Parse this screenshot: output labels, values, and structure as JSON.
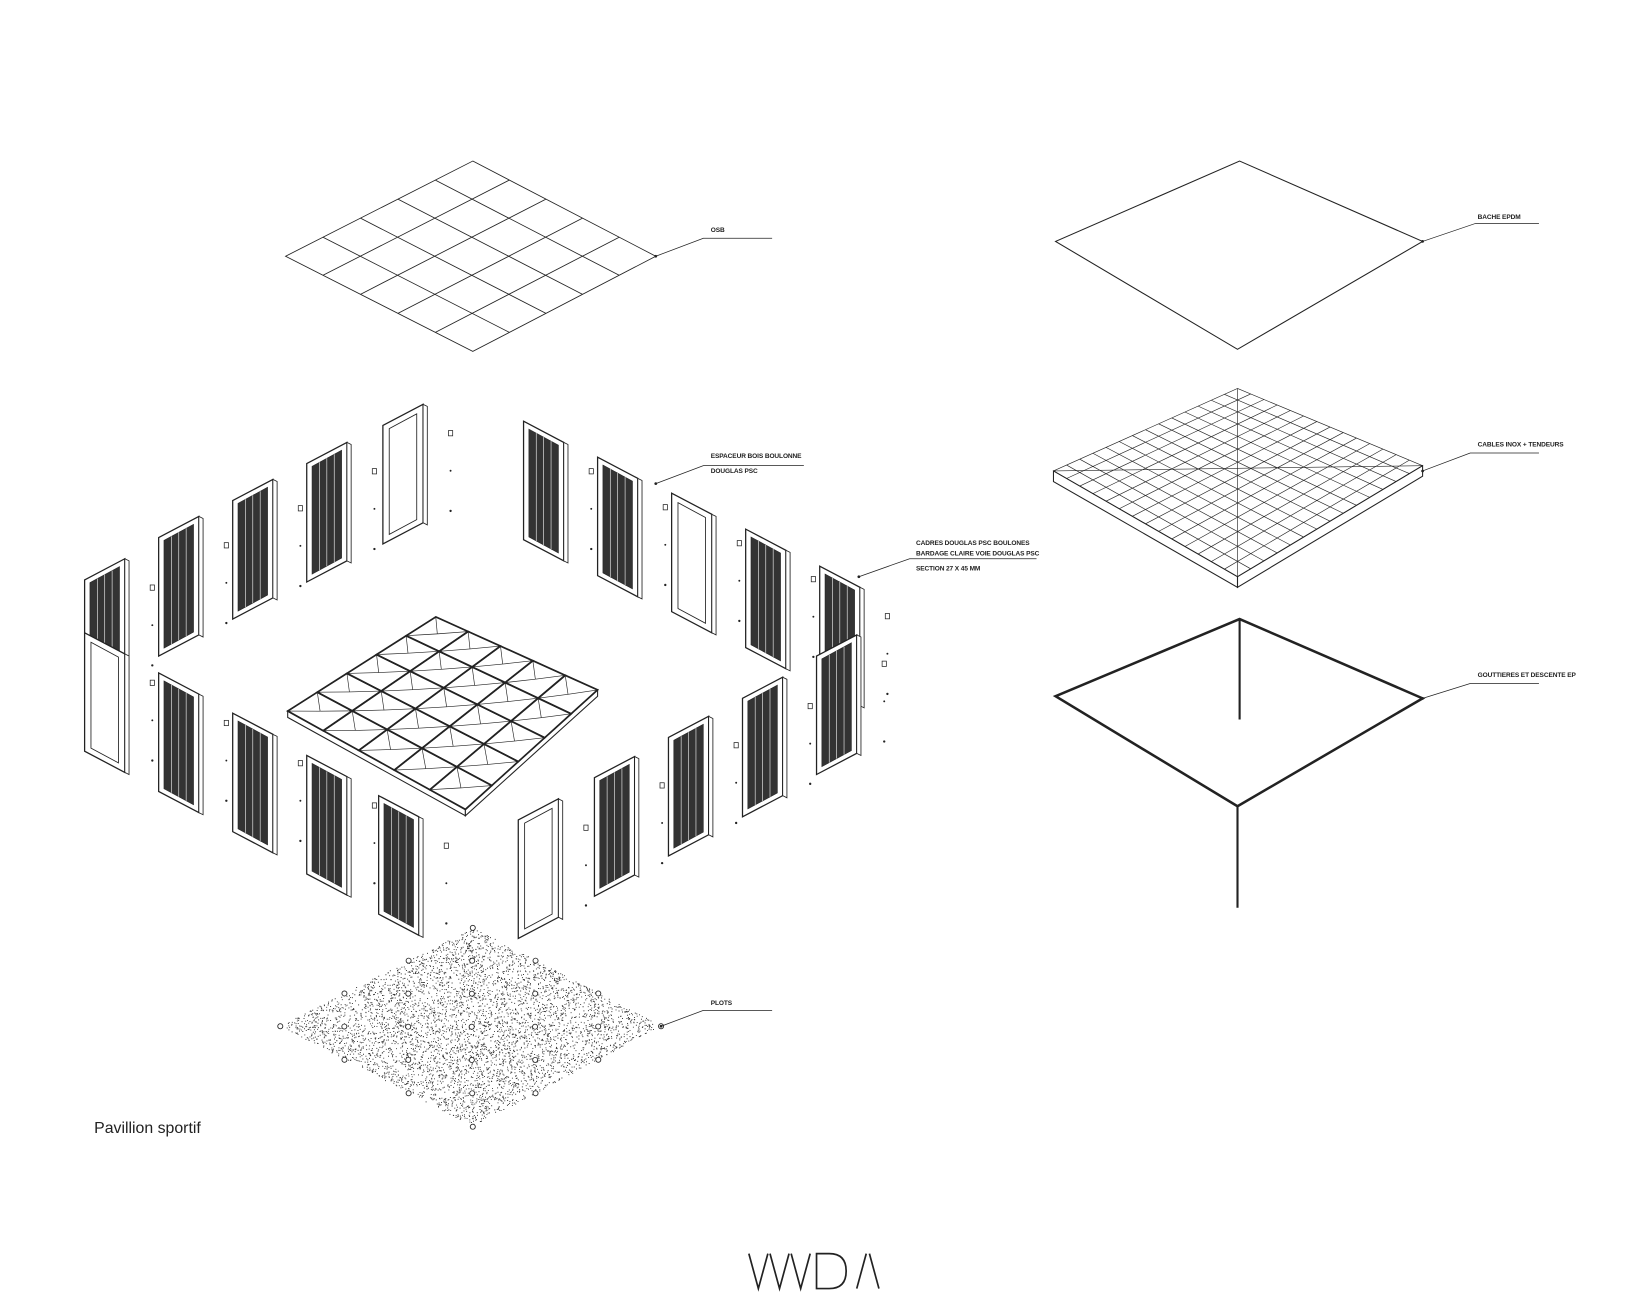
{
  "title": "Pavillion sportif",
  "logo": "\\/\\/\\/D/\\",
  "labels": {
    "osb": "OSB",
    "espaceur_1": "ESPACEUR BOIS BOULONNE",
    "espaceur_2": "DOUGLAS PSC",
    "cadres_1": "CADRES DOUGLAS PSC BOULONES",
    "cadres_2": "BARDAGE CLAIRE VOIE DOUGLAS PSC",
    "cadres_3": "SECTION 27 X 45 MM",
    "plots": "PLOTS",
    "bache": "BACHE EPDM",
    "cables": "CABLES INOX + TENDEURS",
    "gouttieres": "GOUTTIERES ET DESCENTE EP"
  },
  "colors": {
    "ink": "#222222",
    "panel": "#333333"
  }
}
